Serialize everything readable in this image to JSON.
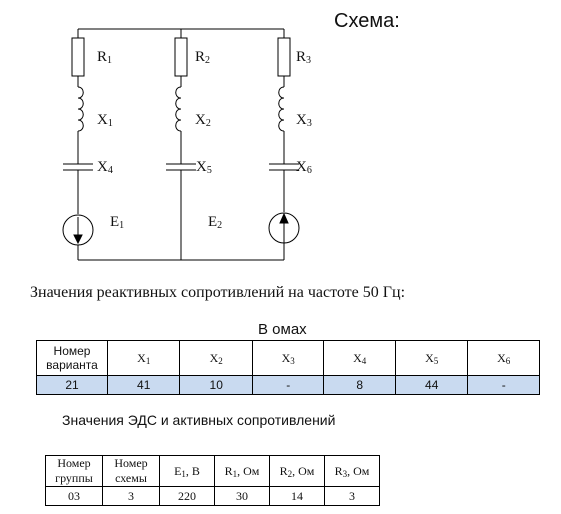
{
  "schema_title": "Схема:",
  "circuit": {
    "labels": {
      "R1": "R",
      "R1_sub": "1",
      "R2": "R",
      "R2_sub": "2",
      "R3": "R",
      "R3_sub": "3",
      "X1": "X",
      "X1_sub": "1",
      "X2": "X",
      "X2_sub": "2",
      "X3": "X",
      "X3_sub": "3",
      "X4": "X",
      "X4_sub": "4",
      "X5": "X",
      "X5_sub": "5",
      "X6": "X",
      "X6_sub": "6",
      "E1": "E",
      "E1_sub": "1",
      "E2": "E",
      "E2_sub": "2"
    }
  },
  "reactive": {
    "title": "Значения реактивных сопротивлений на частоте 50 Гц:",
    "units": "В омах",
    "headers": {
      "variant_line1": "Номер",
      "variant_line2": "варианта",
      "x": [
        {
          "main": "X",
          "sub": "1"
        },
        {
          "main": "X",
          "sub": "2"
        },
        {
          "main": "X",
          "sub": "3"
        },
        {
          "main": "X",
          "sub": "4"
        },
        {
          "main": "X",
          "sub": "5"
        },
        {
          "main": "X",
          "sub": "6"
        }
      ]
    },
    "row": [
      "21",
      "41",
      "10",
      "-",
      "8",
      "44",
      "-"
    ]
  },
  "emf": {
    "title": "Значения ЭДС и активных сопротивлений",
    "headers": {
      "group_line1": "Номер",
      "group_line2": "группы",
      "scheme_line1": "Номер",
      "scheme_line2": "схемы",
      "e1": {
        "main": "E",
        "sub": "1",
        "unit": ", В"
      },
      "r1": {
        "main": "R",
        "sub": "1",
        "unit": ", Ом"
      },
      "r2": {
        "main": "R",
        "sub": "2",
        "unit": ", Ом"
      },
      "r3": {
        "main": "R",
        "sub": "3",
        "unit": ", Ом"
      }
    },
    "row": [
      "03",
      "3",
      "220",
      "30",
      "14",
      "3"
    ]
  }
}
